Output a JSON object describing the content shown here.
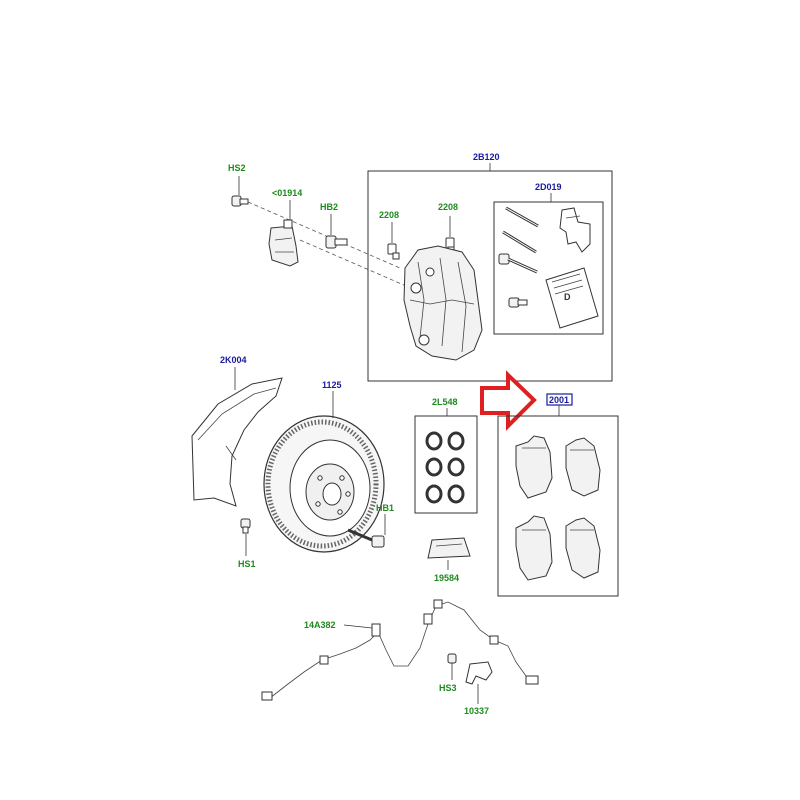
{
  "labels": {
    "hs2": "HS2",
    "p01914": "<01914",
    "hb2": "HB2",
    "p2208a": "2208",
    "p2208b": "2208",
    "p2b120": "2B120",
    "p2d019": "2D019",
    "p2k004": "2K004",
    "p1125": "1125",
    "p2l548": "2L548",
    "p2001": "2001",
    "hb1": "HB1",
    "hs1": "HS1",
    "p19584": "19584",
    "p14a382": "14A382",
    "hs3": "HS3",
    "p10337": "10337"
  },
  "manual_page_letter": "D",
  "colors": {
    "green_label": "#1e8a1e",
    "blue_label": "#1a1aa0",
    "highlight_arrow": "#e02020",
    "highlight_box": "#1a1aa0"
  }
}
